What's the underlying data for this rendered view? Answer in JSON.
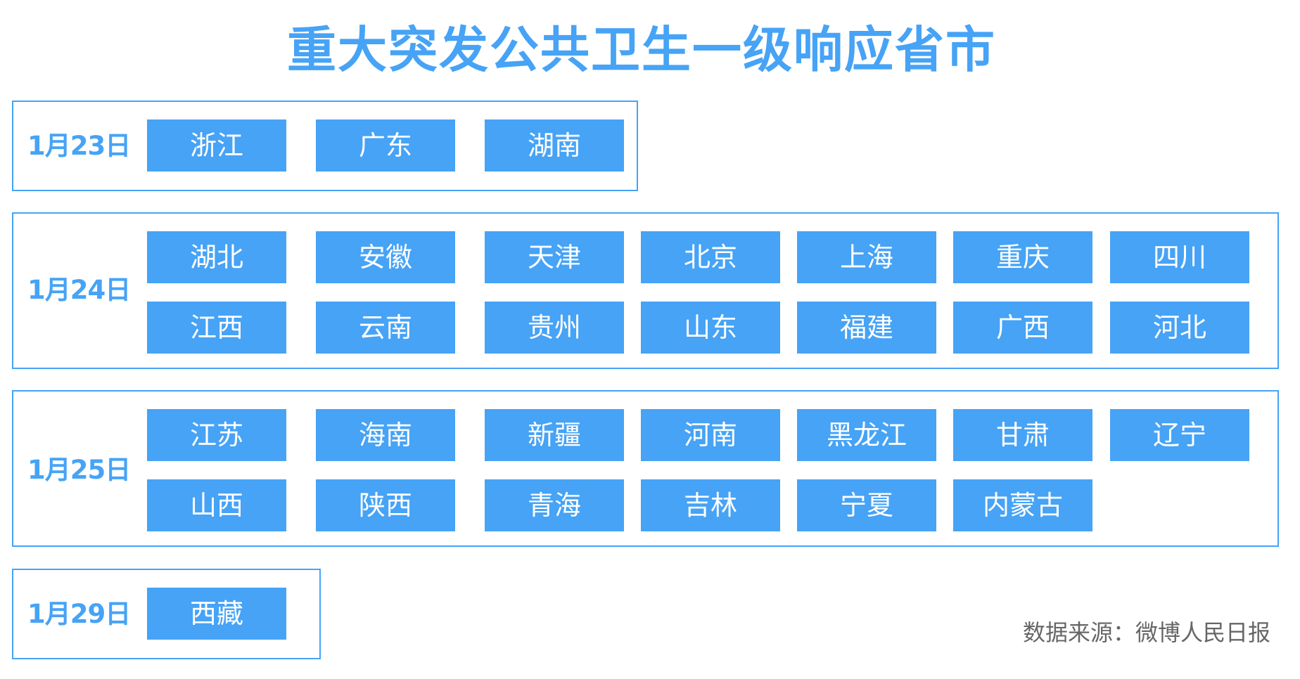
{
  "title": "重大突发公共卫生一级响应省市",
  "groups": [
    {
      "date": "1月23日",
      "provinces": [
        "浙江",
        "广东",
        "湖南"
      ]
    },
    {
      "date": "1月24日",
      "provinces": [
        "湖北",
        "安徽",
        "天津",
        "北京",
        "上海",
        "重庆",
        "四川",
        "江西",
        "云南",
        "贵州",
        "山东",
        "福建",
        "广西",
        "河北"
      ]
    },
    {
      "date": "1月25日",
      "provinces": [
        "江苏",
        "海南",
        "新疆",
        "河南",
        "黑龙江",
        "甘肃",
        "辽宁",
        "山西",
        "陕西",
        "青海",
        "吉林",
        "宁夏",
        "内蒙古"
      ]
    },
    {
      "date": "1月29日",
      "provinces": [
        "西藏"
      ]
    }
  ],
  "footer": {
    "source": "数据来源：微博人民日报"
  },
  "colors": {
    "accent": "#46a3f6",
    "chip_text": "#ffffff",
    "footer_text": "#666666"
  }
}
